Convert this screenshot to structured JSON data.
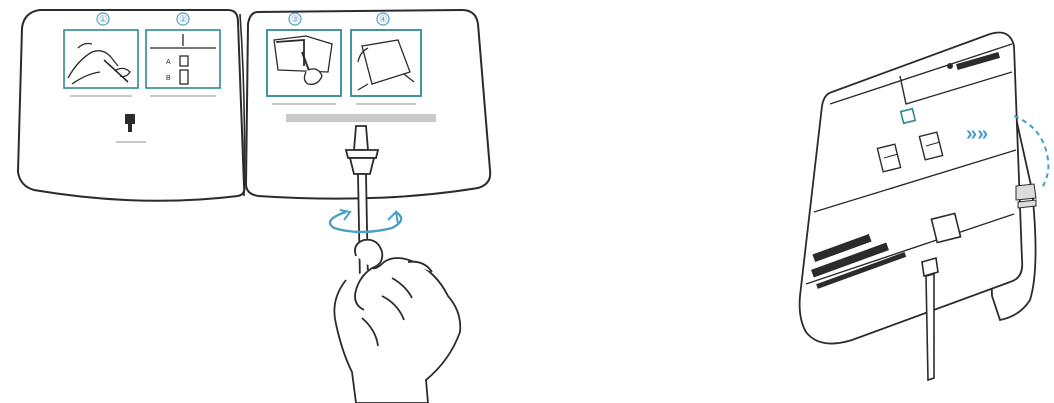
{
  "colors": {
    "accent": "#4a9fc4",
    "teal": "#2e8a8a",
    "line": "#2b2b2b",
    "paper": "#ffffff",
    "label_bar": "#c9c9c9"
  },
  "left_illustration": {
    "steps": [
      "①",
      "②",
      "③",
      "④"
    ],
    "icons": [
      "hand-swab-icon",
      "tube-rack-icon",
      "swab-card-icon",
      "card-fold-icon"
    ]
  },
  "right_illustration": {
    "arrows": "»»",
    "device_brand": "",
    "device_label_lines": [
      "",
      "",
      ""
    ]
  }
}
